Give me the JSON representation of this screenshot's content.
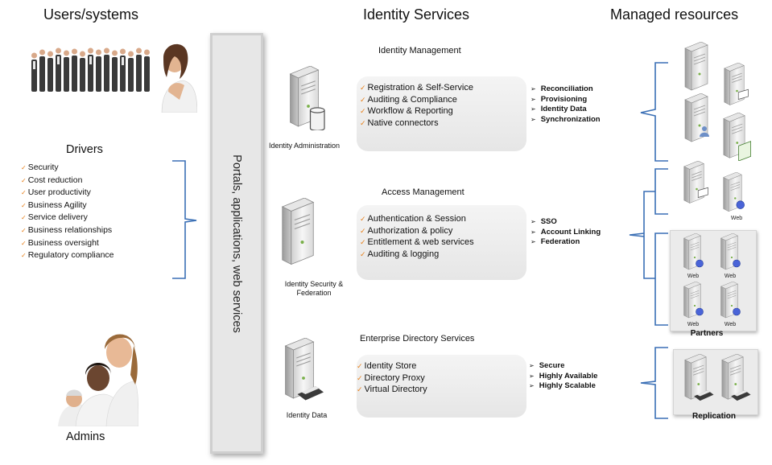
{
  "titles": {
    "users_systems": "Users/systems",
    "identity_services": "Identity Services",
    "managed_resources": "Managed resources"
  },
  "drivers": {
    "title": "Drivers",
    "items": [
      "Security",
      "Cost reduction",
      "User productivity",
      "Business Agility",
      "Service delivery",
      "Business relationships",
      "Business oversight",
      "Regulatory compliance"
    ]
  },
  "admins_label": "Admins",
  "portal_label": "Portals, applications, web services",
  "identity_management": {
    "title": "Identity Management",
    "server_caption": "Identity Administration",
    "features": [
      "Registration & Self-Service",
      "Auditing & Compliance",
      "Workflow & Reporting",
      "Native connectors"
    ],
    "outcomes": [
      "Reconciliation",
      "Provisioning",
      "Identity Data",
      "Synchronization"
    ]
  },
  "access_management": {
    "title": "Access Management",
    "server_caption": "Identity Security & Federation",
    "features": [
      "Authentication & Session",
      "Authorization & policy",
      "Entitlement & web services",
      "Auditing & logging"
    ],
    "outcomes": [
      "SSO",
      "Account Linking",
      "Federation"
    ]
  },
  "directory_services": {
    "title": "Enterprise Directory Services",
    "server_caption": "Identity Data",
    "features": [
      "Identity Store",
      "Directory Proxy",
      "Virtual Directory"
    ],
    "outcomes": [
      "Secure",
      "Highly Available",
      "Highly Scalable"
    ]
  },
  "resources": {
    "web_label": "Web",
    "partners_label": "Partners",
    "replication_label": "Replication"
  },
  "colors": {
    "check": "#e8801a",
    "bracket": "#3a6fb5",
    "panel": "#ececec"
  }
}
